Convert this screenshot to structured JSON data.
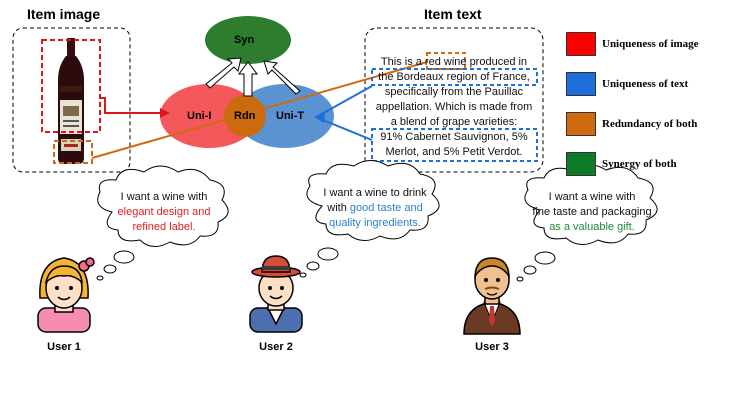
{
  "panels": {
    "item_image_title": "Item image",
    "item_text_title": "Item text"
  },
  "venn": {
    "syn": "Syn",
    "uni_i": "Uni-I",
    "rdn": "Rdn",
    "uni_t": "Uni-T"
  },
  "item_text": [
    "This is a red wine produced in",
    "the Bordeaux region of France,",
    "specifically from the Pauillac",
    "appellation. Which is made from",
    "a blend of grape varieties:",
    "91% Cabernet Sauvignon, 5%",
    "Merlot, and 5% Petit Verdot."
  ],
  "legend": [
    {
      "label": "Uniqueness of image",
      "color": "#ff0000"
    },
    {
      "label": "Uniqueness of text",
      "color": "#1e6fd9"
    },
    {
      "label": "Redundancy of both",
      "color": "#d06a10"
    },
    {
      "label": "Synergy of both",
      "color": "#0e7a2a"
    }
  ],
  "users": [
    {
      "name": "User 1",
      "line1": "I want a wine with",
      "line2": "elegant design and",
      "line3": "refined label.",
      "accent": "#e02020"
    },
    {
      "name": "User 2",
      "line1": "I want a wine to drink",
      "line2": "with",
      "line2_accent": "good taste and",
      "line3": "quality ingredients.",
      "accent": "#2a7fd0"
    },
    {
      "name": "User 3",
      "line1": "I want a wine with",
      "line2": "fine taste and packaging",
      "line3": "as a valuable gift.",
      "accent": "#1f8a3a"
    }
  ]
}
